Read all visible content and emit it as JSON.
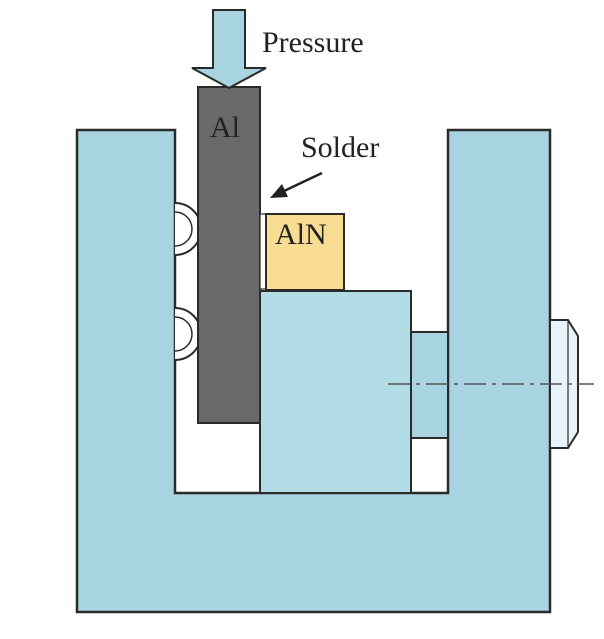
{
  "labels": {
    "pressure": "Pressure",
    "solder": "Solder",
    "al": "Al",
    "aln": "AlN"
  },
  "colors": {
    "frame": "#a7d4e0",
    "block": "#b2dde6",
    "al": "#696969",
    "aln": "#f8dc92",
    "outline": "#2a2a2a",
    "arrow": "#a7d4e0",
    "screw": "#e8f3f7"
  }
}
